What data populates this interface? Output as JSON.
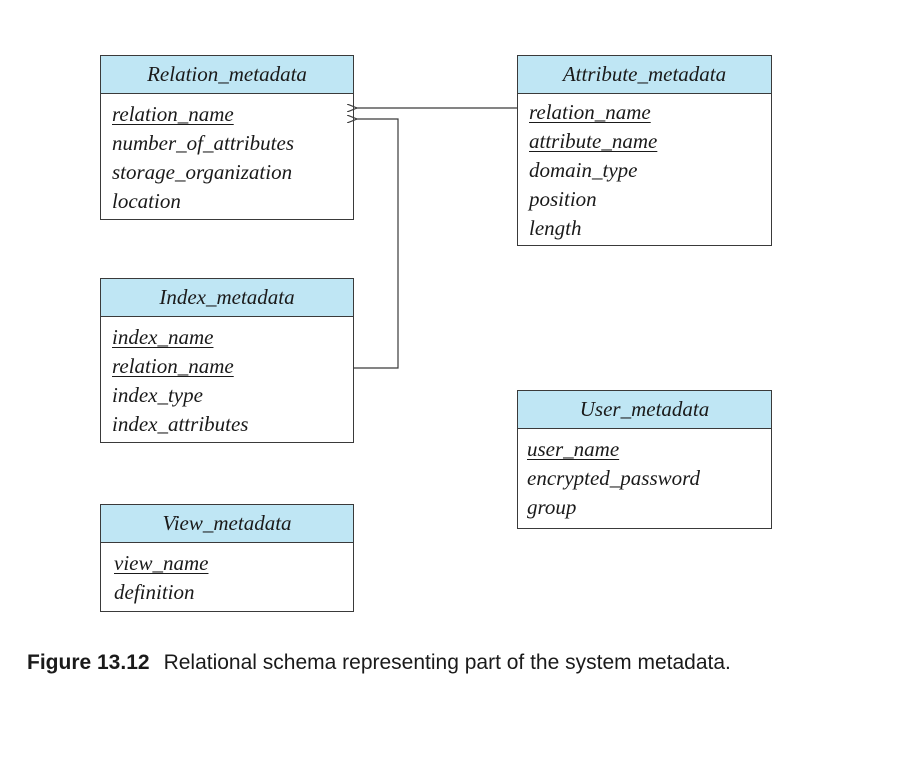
{
  "colors": {
    "header_fill": "#bfe6f4",
    "line": "#3a3a3a",
    "text": "#1a1a1a"
  },
  "tables": {
    "relation": {
      "title": "Relation_metadata",
      "attributes": [
        {
          "name": "relation_name",
          "key": true
        },
        {
          "name": "number_of_attributes",
          "key": false
        },
        {
          "name": "storage_organization",
          "key": false
        },
        {
          "name": "location",
          "key": false
        }
      ]
    },
    "attribute": {
      "title": "Attribute_metadata",
      "attributes": [
        {
          "name": "relation_name",
          "key": true
        },
        {
          "name": "attribute_name",
          "key": true
        },
        {
          "name": "domain_type",
          "key": false
        },
        {
          "name": "position",
          "key": false
        },
        {
          "name": "length",
          "key": false
        }
      ]
    },
    "index": {
      "title": "Index_metadata",
      "attributes": [
        {
          "name": "index_name",
          "key": true
        },
        {
          "name": "relation_name",
          "key": true
        },
        {
          "name": "index_type",
          "key": false
        },
        {
          "name": "index_attributes",
          "key": false
        }
      ]
    },
    "user": {
      "title": "User_metadata",
      "attributes": [
        {
          "name": "user_name",
          "key": true
        },
        {
          "name": "encrypted_password",
          "key": false
        },
        {
          "name": "group",
          "key": false
        }
      ]
    },
    "view": {
      "title": "View_metadata",
      "attributes": [
        {
          "name": "view_name",
          "key": true
        },
        {
          "name": "definition",
          "key": false
        }
      ]
    }
  },
  "caption": {
    "label": "Figure 13.12",
    "text": "Relational schema representing part of the system metadata."
  }
}
